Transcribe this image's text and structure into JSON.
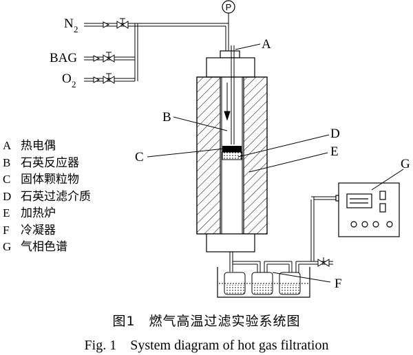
{
  "labels": {
    "n2": "N",
    "n2_sub": "2",
    "bag": "BAG",
    "o2": "O",
    "o2_sub": "2",
    "gauge": "P",
    "a": "A",
    "b": "B",
    "c": "C",
    "d": "D",
    "e": "E",
    "f": "F",
    "g": "G"
  },
  "legend": [
    {
      "key": "A",
      "text": "热电偶"
    },
    {
      "key": "B",
      "text": "石英反应器"
    },
    {
      "key": "C",
      "text": "固体颗粒物"
    },
    {
      "key": "D",
      "text": "石英过滤介质"
    },
    {
      "key": "E",
      "text": "加热炉"
    },
    {
      "key": "F",
      "text": "冷凝器"
    },
    {
      "key": "G",
      "text": "气相色谱"
    }
  ],
  "caption": {
    "cn": "图1　燃气高温过滤实验系统图",
    "en": "Fig. 1　System diagram of hot gas filtration"
  }
}
